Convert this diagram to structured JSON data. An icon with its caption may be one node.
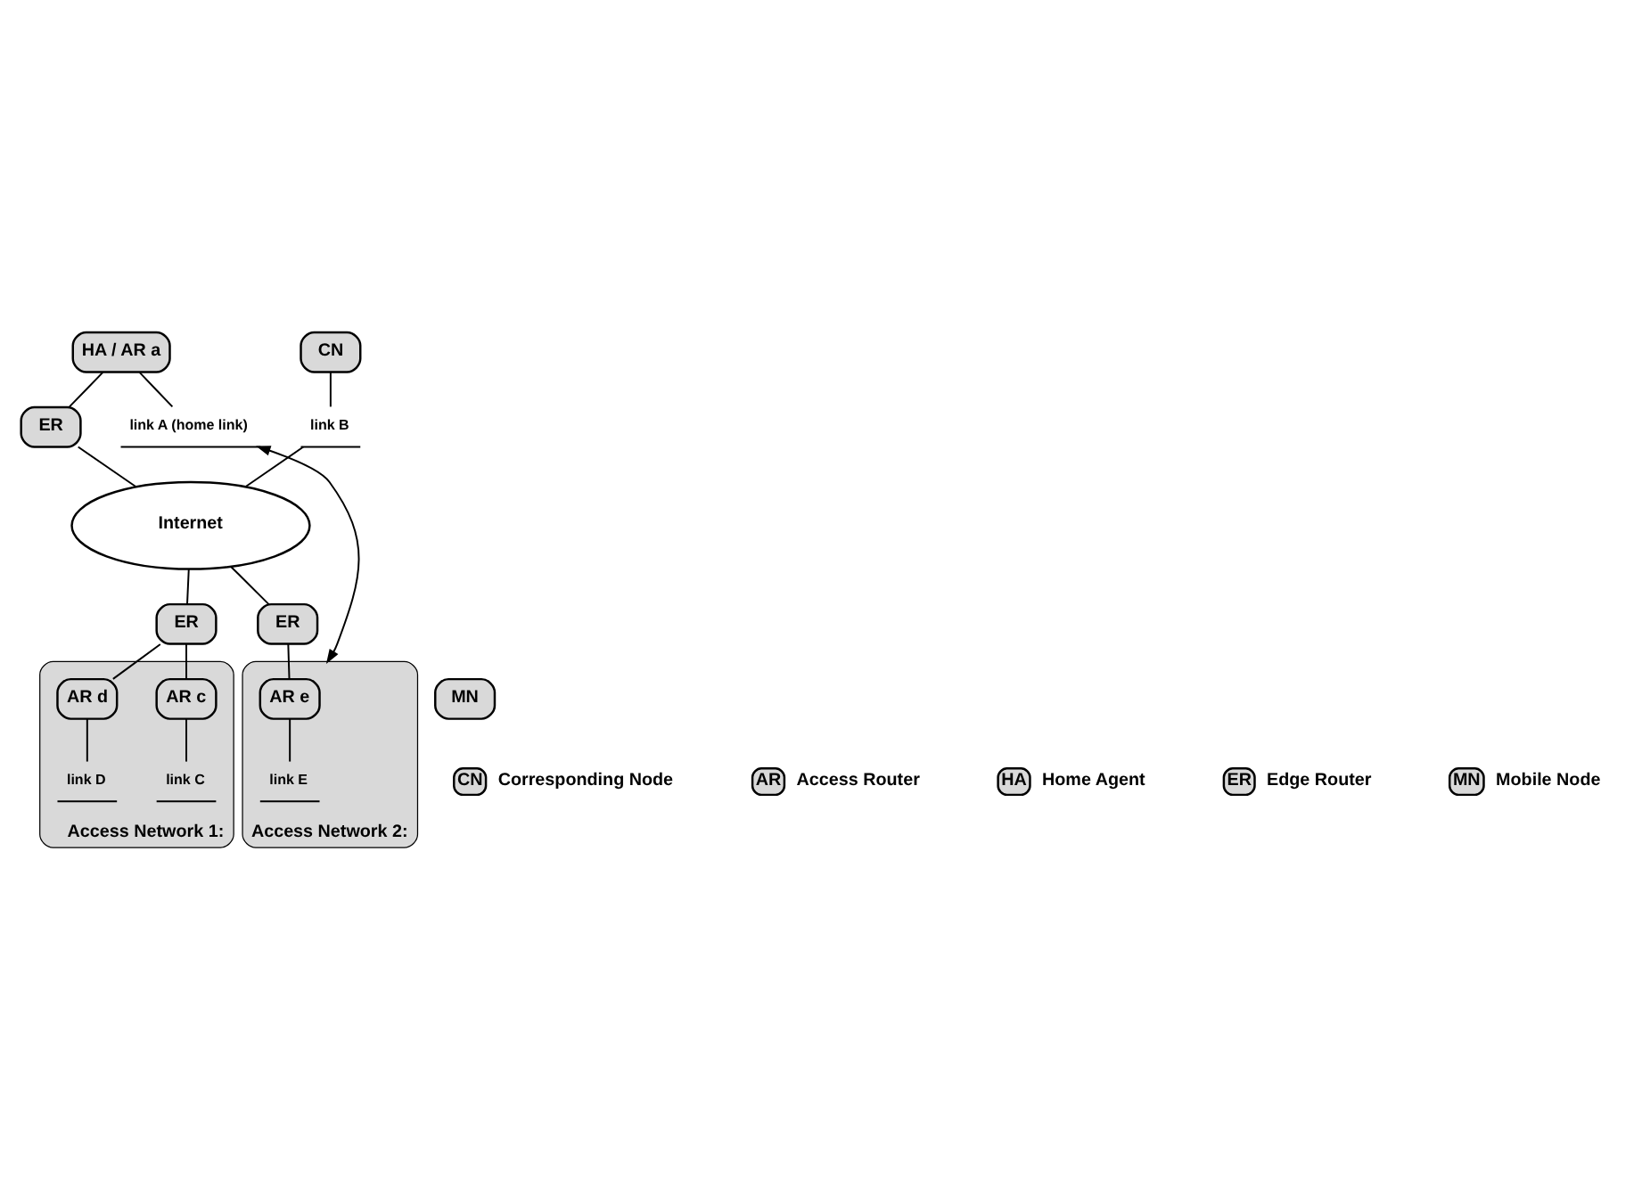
{
  "diagram": {
    "nodes": [
      {
        "text": [
          "HA / AR a"
        ]
      },
      {
        "text": [
          "ER"
        ]
      },
      {
        "text": [
          "link A (home link)"
        ]
      },
      {
        "text": [
          "CN"
        ]
      },
      {
        "text": [
          "link B"
        ]
      },
      {
        "text": [
          "Internet"
        ]
      },
      {
        "text": [
          "Access Network 1:"
        ]
      },
      {
        "text": [
          "ER"
        ]
      },
      {
        "text": [
          "AR c"
        ],
        "in": 6
      },
      {
        "text": [
          "AR d"
        ],
        "in": 6
      },
      {
        "text": [
          "link C"
        ],
        "in": 6
      },
      {
        "text": [
          "link D"
        ],
        "in": 6
      },
      {
        "text": [
          "Access Network 2:"
        ]
      },
      {
        "text": [
          "ER"
        ]
      },
      {
        "text": [
          "AR e"
        ],
        "in": 12
      },
      {
        "text": [
          "link E"
        ],
        "in": 12
      },
      {
        "text": [
          "MN"
        ]
      },
      {
        "text": [
          "CN"
        ],
        "beside": [
          "Corresponding Node"
        ]
      },
      {
        "text": [
          "AR"
        ],
        "beside": [
          "Access Router"
        ]
      },
      {
        "text": [
          "HA"
        ],
        "beside": [
          "Home Agent"
        ]
      },
      {
        "text": [
          "ER"
        ],
        "beside": [
          "Edge Router"
        ]
      },
      {
        "text": [
          "MN"
        ],
        "beside": [
          "Mobile Node"
        ]
      }
    ],
    "edges": [
      {
        "from": 0,
        "to": 1,
        "arrow": "none"
      },
      {
        "from": 0,
        "to": 2,
        "arrow": "none"
      },
      {
        "from": 1,
        "to": 5,
        "arrow": "none"
      },
      {
        "from": 3,
        "to": 4,
        "arrow": "none"
      },
      {
        "from": 4,
        "to": 5,
        "arrow": "none"
      },
      {
        "from": 5,
        "to": 7,
        "arrow": "none"
      },
      {
        "from": 5,
        "to": 13,
        "arrow": "none"
      },
      {
        "from": 7,
        "to": 8,
        "arrow": "none"
      },
      {
        "from": 7,
        "to": 9,
        "arrow": "none"
      },
      {
        "from": 8,
        "to": 10,
        "arrow": "none"
      },
      {
        "from": 9,
        "to": 11,
        "arrow": "none"
      },
      {
        "from": 13,
        "to": 14,
        "arrow": "none"
      },
      {
        "from": 14,
        "to": 15,
        "arrow": "none"
      },
      {
        "from": 2,
        "to": 12,
        "arrow": "both"
      }
    ]
  }
}
